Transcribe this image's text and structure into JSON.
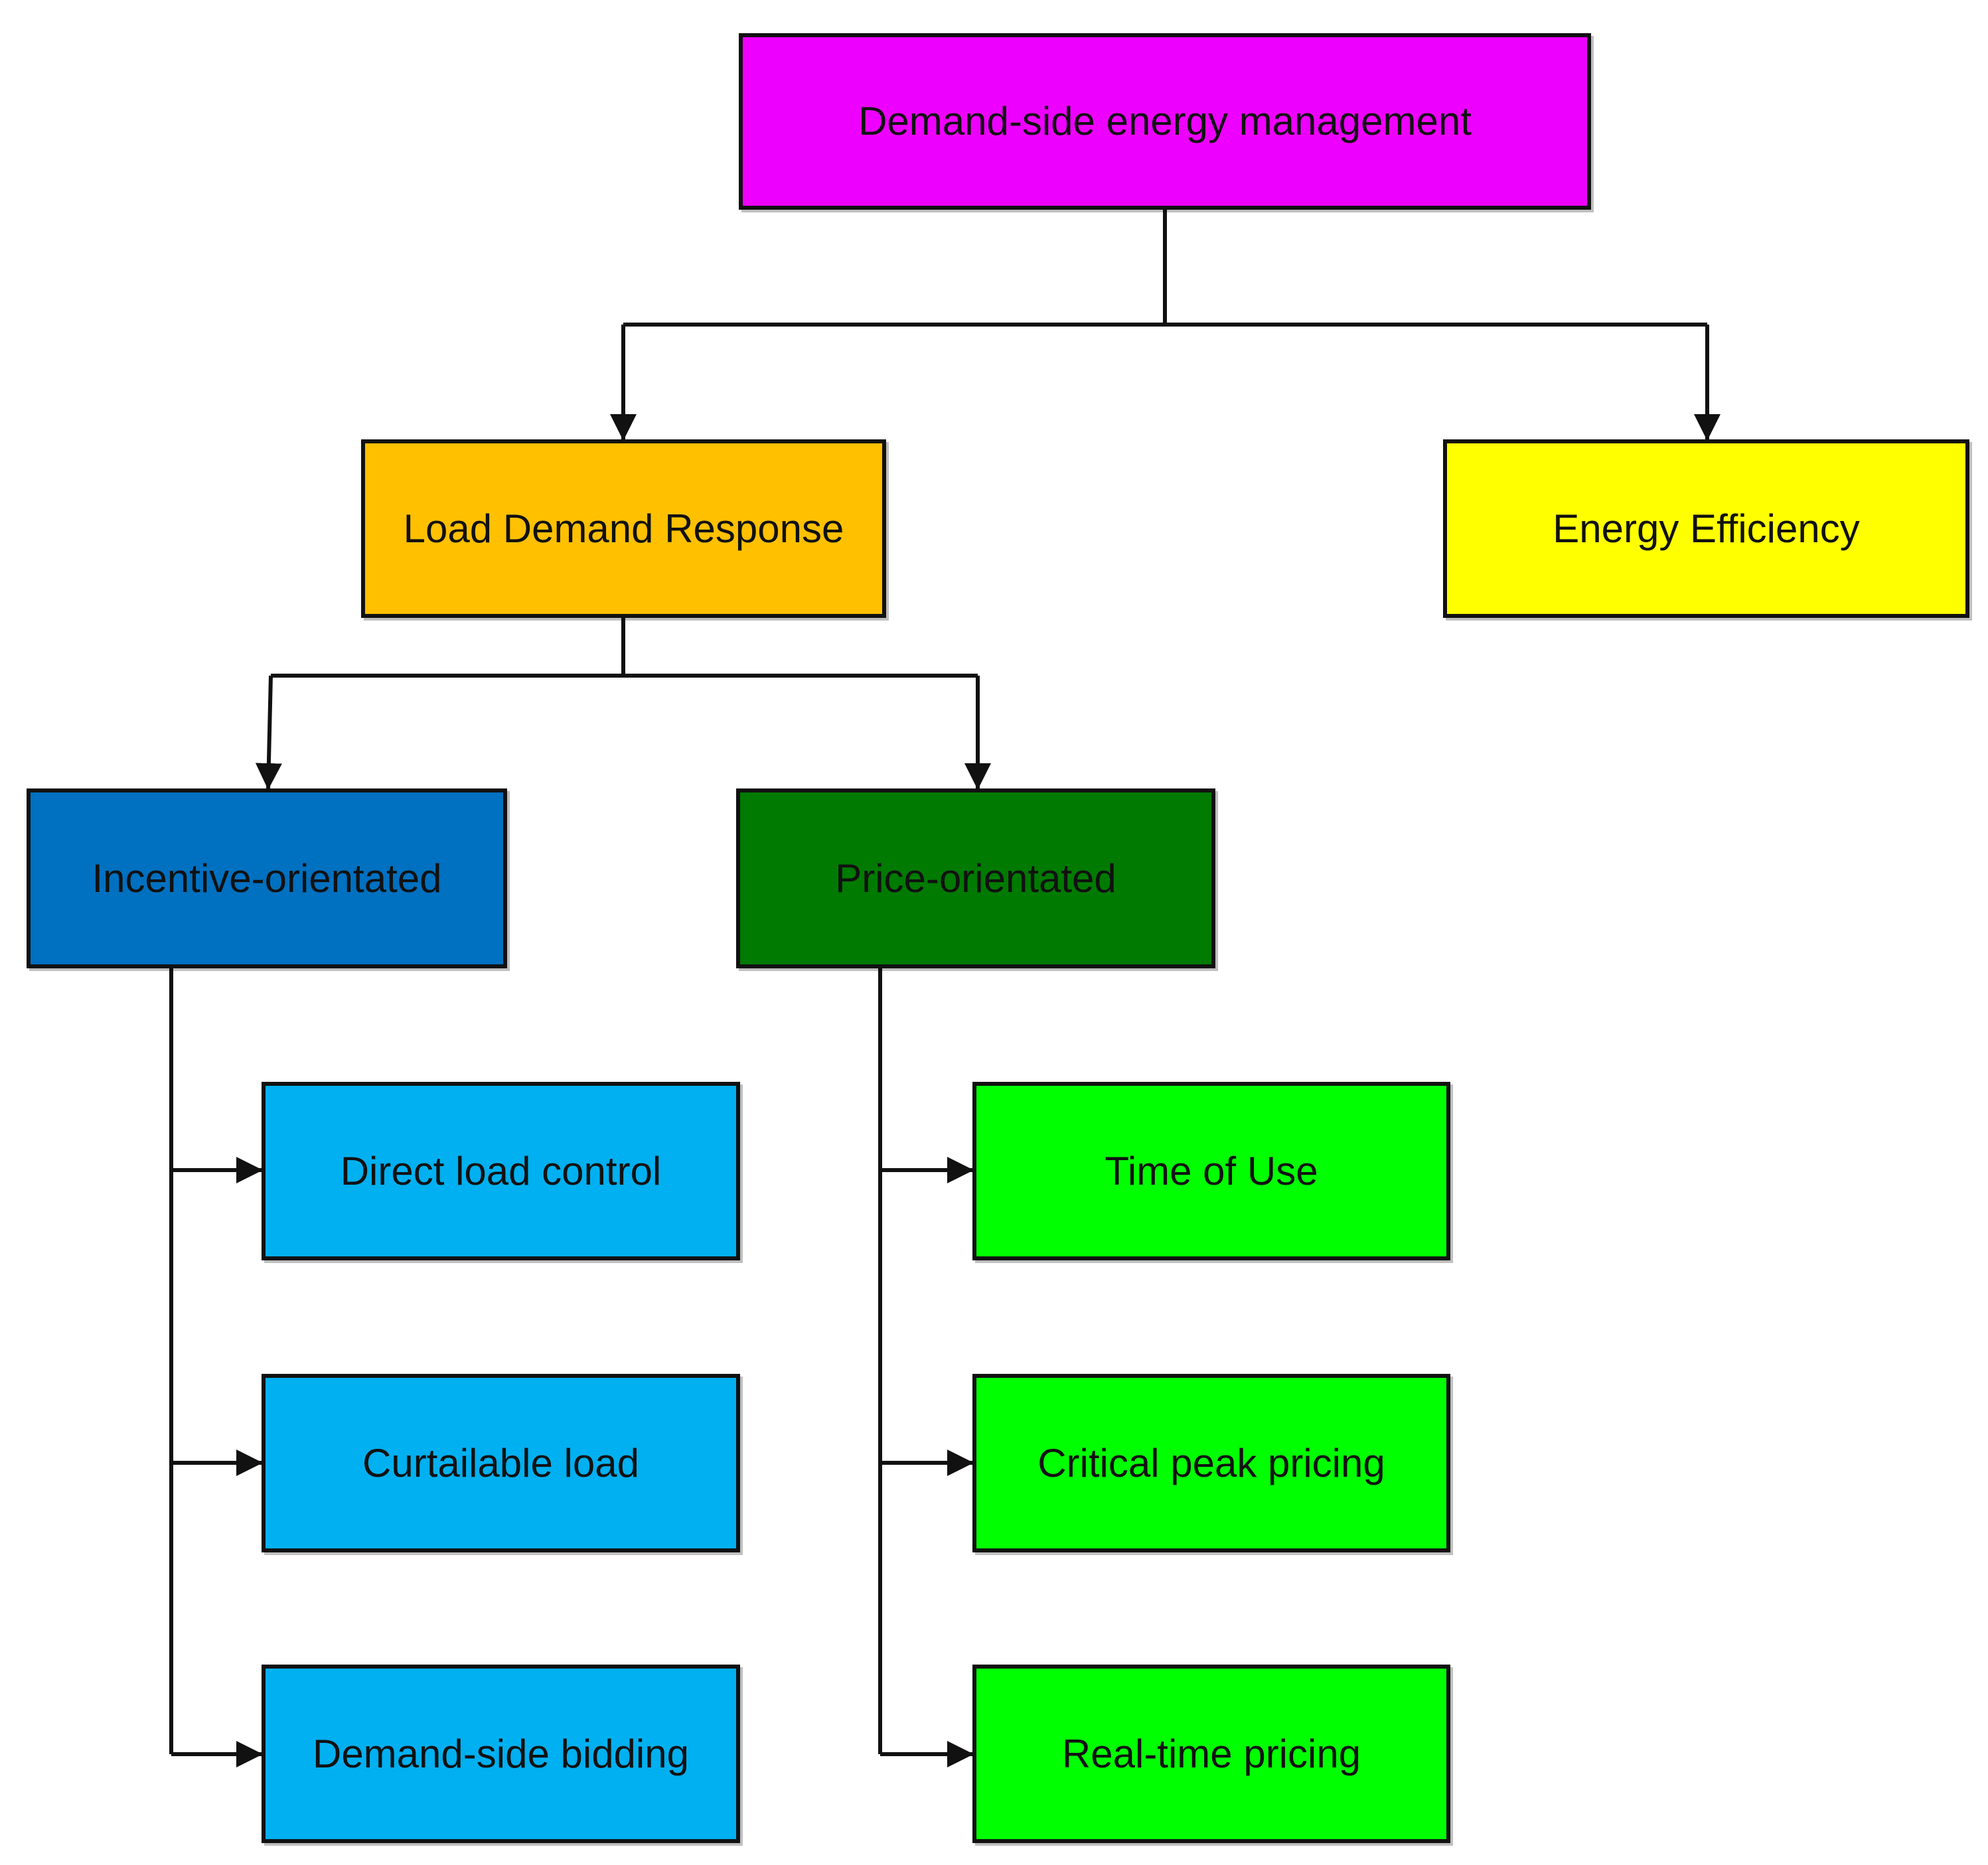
{
  "diagram": {
    "nodes": {
      "root": {
        "label": "Demand-side energy management",
        "color": "#EE00FF"
      },
      "load_demand_response": {
        "label": "Load Demand Response",
        "color": "#FFC000"
      },
      "energy_efficiency": {
        "label": "Energy Efficiency",
        "color": "#FFFF00"
      },
      "incentive_orientated": {
        "label": "Incentive-orientated",
        "color": "#0070C0"
      },
      "price_orientated": {
        "label": "Price-orientated",
        "color": "#007A00"
      },
      "direct_load_control": {
        "label": "Direct load control",
        "color": "#00B0F0"
      },
      "curtailable_load": {
        "label": "Curtailable load",
        "color": "#00B0F0"
      },
      "demand_side_bidding": {
        "label": "Demand-side bidding",
        "color": "#00B0F0"
      },
      "time_of_use": {
        "label": "Time of Use",
        "color": "#00FF00"
      },
      "critical_peak_pricing": {
        "label": "Critical peak pricing",
        "color": "#00FF00"
      },
      "real_time_pricing": {
        "label": "Real-time pricing",
        "color": "#00FF00"
      }
    },
    "edges": [
      {
        "from": "root",
        "to": "load_demand_response"
      },
      {
        "from": "root",
        "to": "energy_efficiency"
      },
      {
        "from": "load_demand_response",
        "to": "incentive_orientated"
      },
      {
        "from": "load_demand_response",
        "to": "price_orientated"
      },
      {
        "from": "incentive_orientated",
        "to": "direct_load_control"
      },
      {
        "from": "incentive_orientated",
        "to": "curtailable_load"
      },
      {
        "from": "incentive_orientated",
        "to": "demand_side_bidding"
      },
      {
        "from": "price_orientated",
        "to": "time_of_use"
      },
      {
        "from": "price_orientated",
        "to": "critical_peak_pricing"
      },
      {
        "from": "price_orientated",
        "to": "real_time_pricing"
      }
    ]
  }
}
